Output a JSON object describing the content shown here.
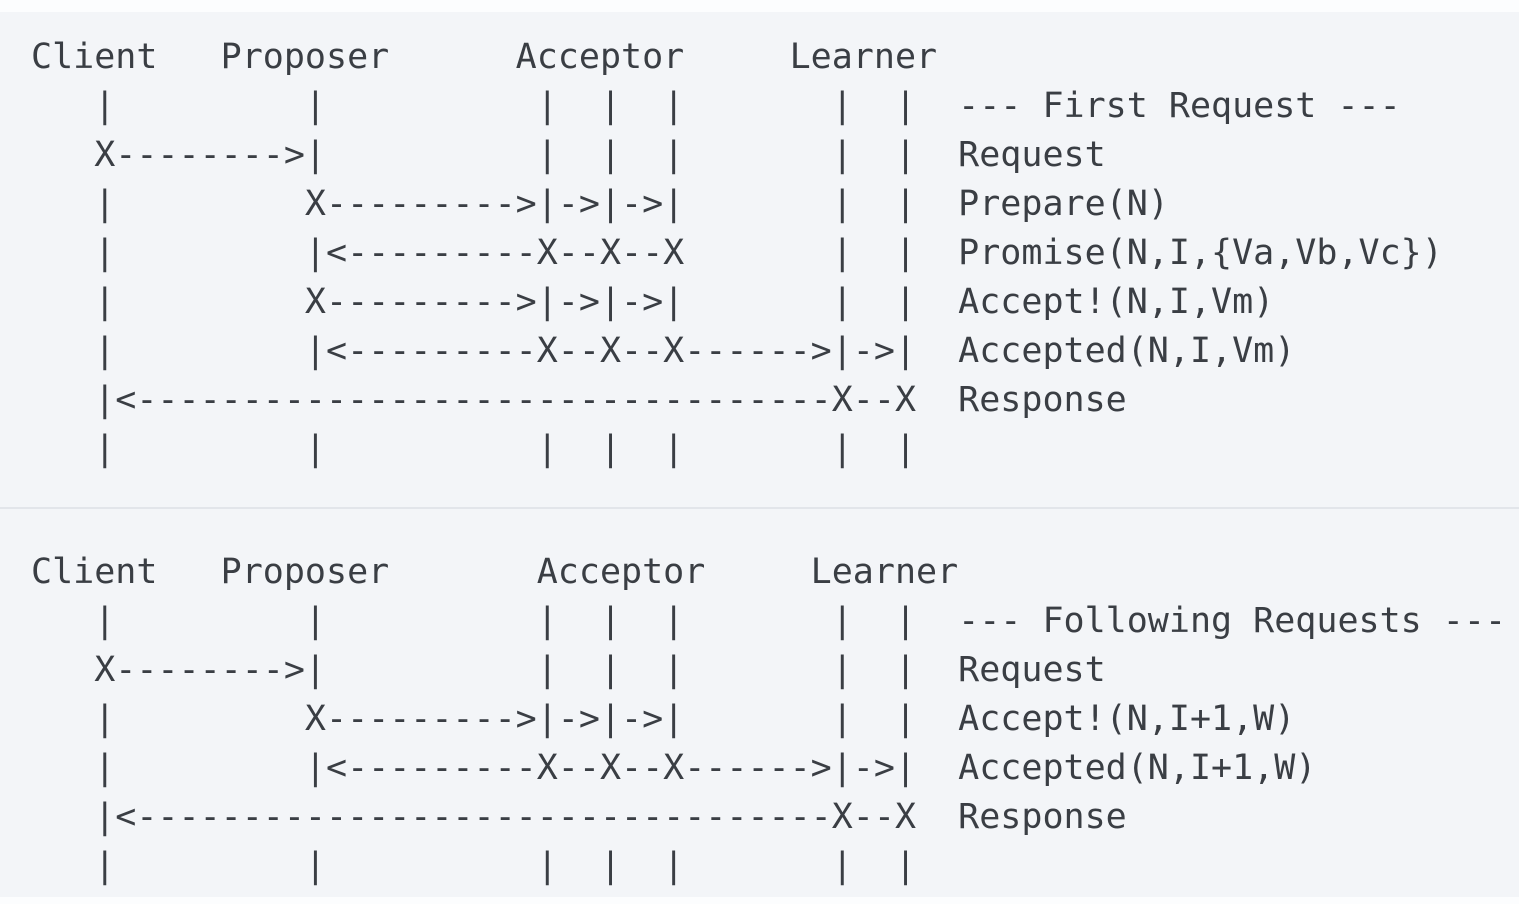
{
  "colors": {
    "page_background": "#f3f5f8",
    "text": "#3a3e44",
    "divider": "#e2e5ea",
    "outer_band": "#fcfdfe"
  },
  "blocks": [
    {
      "id": "first-request",
      "phase_label": "--- First Request ---",
      "participants": [
        "Client",
        "Proposer",
        "Acceptor",
        "Learner"
      ],
      "messages": [
        "Request",
        "Prepare(N)",
        "Promise(N,I,{Va,Vb,Vc})",
        "Accept!(N,I,Vm)",
        "Accepted(N,I,Vm)",
        "Response"
      ],
      "ascii": [
        "Client   Proposer      Acceptor     Learner",
        "   |         |          |  |  |       |  |  --- First Request ---",
        "   X-------->|          |  |  |       |  |  Request",
        "   |         X--------->|->|->|       |  |  Prepare(N)",
        "   |         |<---------X--X--X       |  |  Promise(N,I,{Va,Vb,Vc})",
        "   |         X--------->|->|->|       |  |  Accept!(N,I,Vm)",
        "   |         |<---------X--X--X------>|->|  Accepted(N,I,Vm)",
        "   |<---------------------------------X--X  Response",
        "   |         |          |  |  |       |  |"
      ]
    },
    {
      "id": "following-requests",
      "phase_label": "--- Following Requests ---",
      "participants": [
        "Client",
        "Proposer",
        "Acceptor",
        "Learner"
      ],
      "messages": [
        "Request",
        "Accept!(N,I+1,W)",
        "Accepted(N,I+1,W)",
        "Response"
      ],
      "ascii": [
        "Client   Proposer       Acceptor     Learner",
        "   |         |          |  |  |       |  |  --- Following Requests ---",
        "   X-------->|          |  |  |       |  |  Request",
        "   |         X--------->|->|->|       |  |  Accept!(N,I+1,W)",
        "   |         |<---------X--X--X------>|->|  Accepted(N,I+1,W)",
        "   |<---------------------------------X--X  Response",
        "   |         |          |  |  |       |  |"
      ]
    }
  ]
}
